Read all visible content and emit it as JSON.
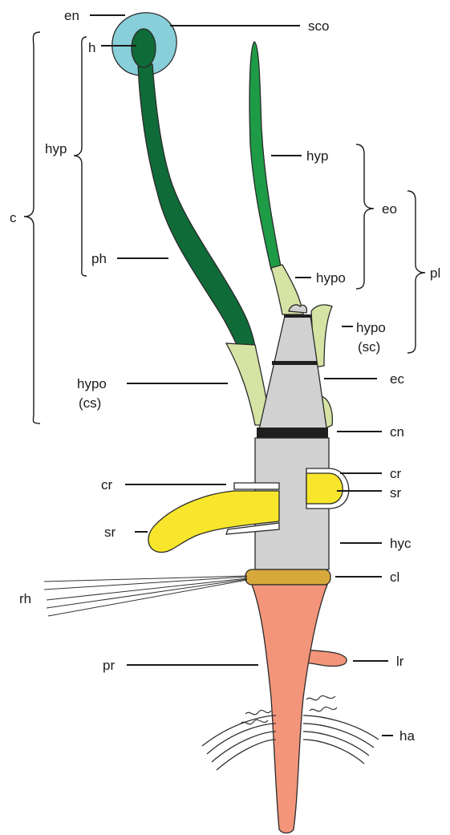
{
  "labels": {
    "en": "en",
    "sco": "sco",
    "h": "h",
    "hyp_left": "hyp",
    "hyp_right": "hyp",
    "c": "c",
    "ph": "ph",
    "eo": "eo",
    "pl": "pl",
    "hypo_upper": "hypo",
    "hypo_sc": "hypo",
    "sc": "(sc)",
    "hypo_cs": "hypo",
    "cs": "(cs)",
    "ec": "ec",
    "cn": "cn",
    "cr_left": "cr",
    "cr_right": "cr",
    "sr_left": "sr",
    "sr_right": "sr",
    "hyc": "hyc",
    "rh": "rh",
    "cl": "cl",
    "pr": "pr",
    "lr": "lr",
    "ha": "ha"
  },
  "colors": {
    "scutellum": "#88cfd9",
    "coleoptile_dark": "#0f6b38",
    "leaf_light": "#1e9b46",
    "leaf_base": "#d5e3a4",
    "stem": "#d1d1d1",
    "node_band": "#1f1f1f",
    "seminal_root": "#f7e62b",
    "collar": "#d6a93a",
    "primary_root": "#f3957a"
  }
}
